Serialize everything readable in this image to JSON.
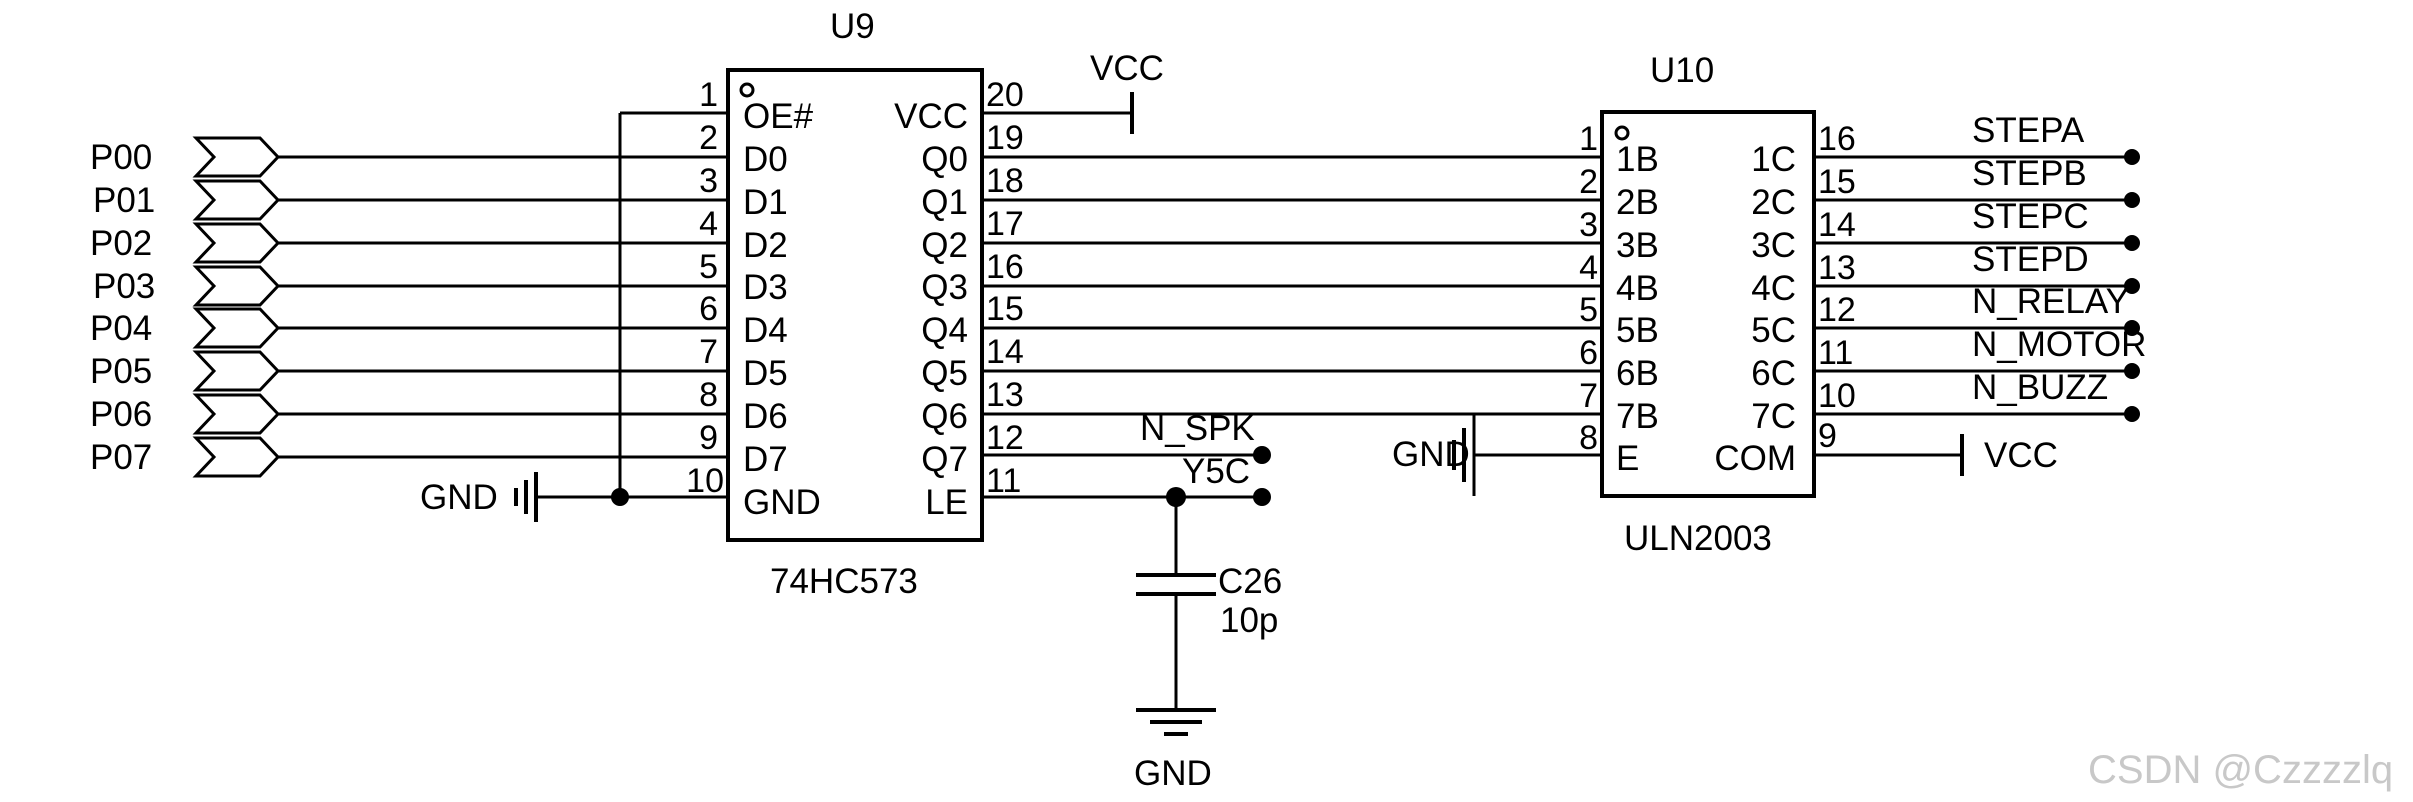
{
  "u9": {
    "ref": "U9",
    "part": "74HC573",
    "left_pins": [
      {
        "num": "1",
        "name": "OE#"
      },
      {
        "num": "2",
        "name": "D0"
      },
      {
        "num": "3",
        "name": "D1"
      },
      {
        "num": "4",
        "name": "D2"
      },
      {
        "num": "5",
        "name": "D3"
      },
      {
        "num": "6",
        "name": "D4"
      },
      {
        "num": "7",
        "name": "D5"
      },
      {
        "num": "8",
        "name": "D6"
      },
      {
        "num": "9",
        "name": "D7"
      },
      {
        "num": "10",
        "name": "GND"
      }
    ],
    "right_pins": [
      {
        "num": "20",
        "name": "VCC"
      },
      {
        "num": "19",
        "name": "Q0"
      },
      {
        "num": "18",
        "name": "Q1"
      },
      {
        "num": "17",
        "name": "Q2"
      },
      {
        "num": "16",
        "name": "Q3"
      },
      {
        "num": "15",
        "name": "Q4"
      },
      {
        "num": "14",
        "name": "Q5"
      },
      {
        "num": "13",
        "name": "Q6"
      },
      {
        "num": "12",
        "name": "Q7"
      },
      {
        "num": "11",
        "name": "LE"
      }
    ]
  },
  "u10": {
    "ref": "U10",
    "part": "ULN2003",
    "left_pins": [
      {
        "num": "1",
        "name": "1B"
      },
      {
        "num": "2",
        "name": "2B"
      },
      {
        "num": "3",
        "name": "3B"
      },
      {
        "num": "4",
        "name": "4B"
      },
      {
        "num": "5",
        "name": "5B"
      },
      {
        "num": "6",
        "name": "6B"
      },
      {
        "num": "7",
        "name": "7B"
      },
      {
        "num": "8",
        "name": "E"
      }
    ],
    "right_pins": [
      {
        "num": "16",
        "name": "1C"
      },
      {
        "num": "15",
        "name": "2C"
      },
      {
        "num": "14",
        "name": "3C"
      },
      {
        "num": "13",
        "name": "4C"
      },
      {
        "num": "12",
        "name": "5C"
      },
      {
        "num": "11",
        "name": "6C"
      },
      {
        "num": "10",
        "name": "7C"
      },
      {
        "num": "9",
        "name": "COM"
      }
    ]
  },
  "ports": [
    "P00",
    "P01",
    "P02",
    "P03",
    "P04",
    "P05",
    "P06",
    "P07"
  ],
  "outputs": [
    "STEPA",
    "STEPB",
    "STEPC",
    "STEPD",
    "N_RELAY",
    "N_MOTOR",
    "N_BUZZ"
  ],
  "nets": {
    "vcc": "VCC",
    "gnd": "GND",
    "n_spk": "N_SPK",
    "y5c": "Y5C"
  },
  "capacitor": {
    "ref": "C26",
    "value": "10p"
  },
  "watermark": "CSDN @Czzzzlq"
}
